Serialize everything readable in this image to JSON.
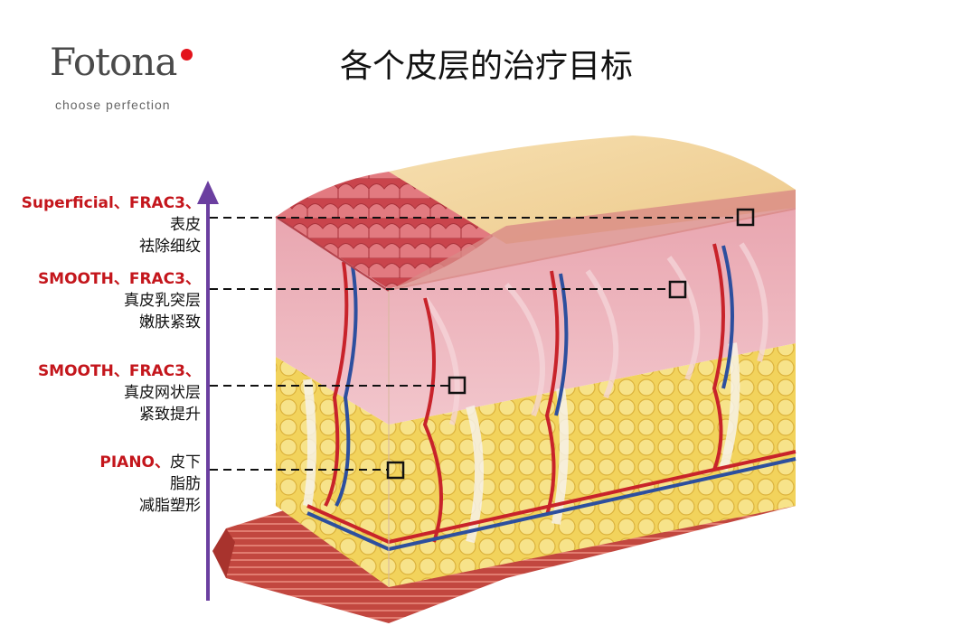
{
  "header": {
    "title": "各个皮层的治疗目标",
    "logo_text": "Fotona",
    "logo_tagline": "choose perfection"
  },
  "colors": {
    "accent_red": "#c4161c",
    "arrow_purple": "#6b3fa0",
    "logo_dot": "#e3131b"
  },
  "layers": [
    {
      "treatment": "Superficial、FRAC3、",
      "layer": "表皮",
      "goal": "祛除细纹"
    },
    {
      "treatment": "SMOOTH、FRAC3、",
      "layer": "真皮乳突层",
      "goal": "嫩肤紧致"
    },
    {
      "treatment": "SMOOTH、FRAC3、",
      "layer": "真皮网状层",
      "goal": "紧致提升"
    },
    {
      "treatment": "PIANO、",
      "treatment_suffix": "皮下",
      "layer": "脂肪",
      "goal": "减脂塑形"
    }
  ]
}
